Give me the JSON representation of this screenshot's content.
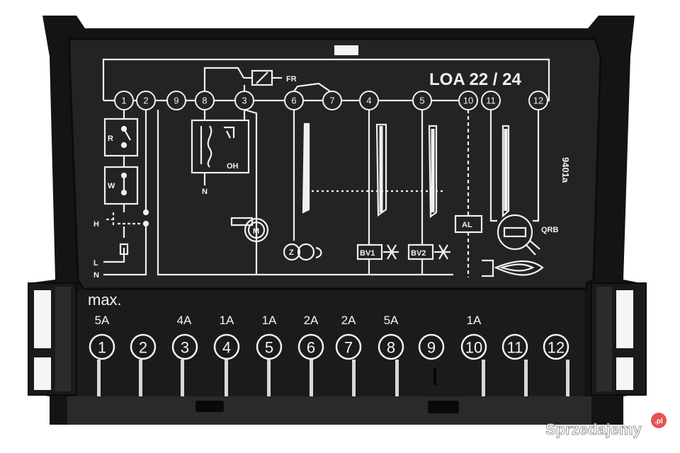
{
  "model": "LOA 22 / 24",
  "part_code": "9401a",
  "diagram_terminals": [
    "1",
    "2",
    "9",
    "8",
    "3",
    "6",
    "7",
    "4",
    "5",
    "10",
    "11",
    "12"
  ],
  "component_labels": {
    "fr": "FR",
    "oh": "OH",
    "r": "R",
    "w": "W",
    "n": "N",
    "h": "H",
    "l": "L",
    "n2": "N",
    "motor": "M",
    "z": "Z",
    "bv1": "BV1",
    "bv2": "BV2",
    "al": "AL",
    "qrb": "QRB"
  },
  "max_label": "max.",
  "pins": [
    {
      "num": "1",
      "rating": "5A"
    },
    {
      "num": "2",
      "rating": ""
    },
    {
      "num": "3",
      "rating": "4A"
    },
    {
      "num": "4",
      "rating": "1A"
    },
    {
      "num": "5",
      "rating": "1A"
    },
    {
      "num": "6",
      "rating": "2A"
    },
    {
      "num": "7",
      "rating": "2A"
    },
    {
      "num": "8",
      "rating": "5A"
    },
    {
      "num": "9",
      "rating": ""
    },
    {
      "num": "10",
      "rating": "1A"
    },
    {
      "num": "11",
      "rating": ""
    },
    {
      "num": "12",
      "rating": ""
    }
  ],
  "watermark": {
    "text": "Sprzedajemy",
    "badge": ".pl"
  },
  "colors": {
    "housing": "#161616",
    "panel": "#222222",
    "line": "#f0f0f0",
    "watermark_badge": "#e0343a"
  }
}
